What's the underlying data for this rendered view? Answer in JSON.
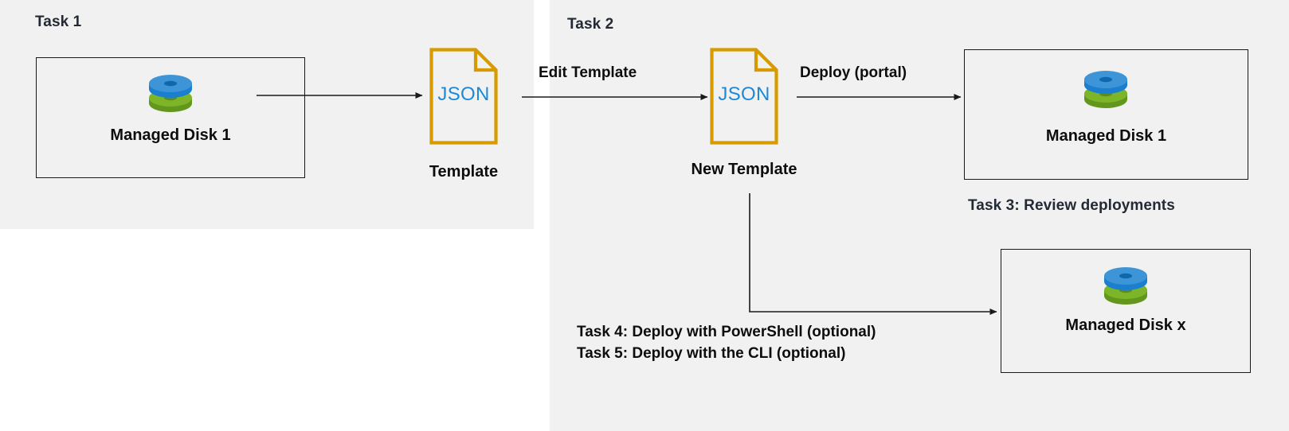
{
  "diagram": {
    "title_sections": {
      "task1": "Task 1",
      "task2": "Task 2",
      "task3": "Task 3: Review deployments"
    },
    "panels": {
      "task1_bg": "#f1f1f1",
      "task2_bg": "#f1f1f1",
      "page_bg": "#ffffff"
    },
    "colors": {
      "heading_text": "#242a35",
      "body_text": "#0d0d0d",
      "json_accent": "#1a8ad6",
      "doc_border": "#d79b00",
      "box_border": "#1a1a1a",
      "disk_blue": "#3d95d8",
      "disk_blue_dark": "#1b7fd0",
      "disk_green": "#7cb528",
      "disk_green_dark": "#63961c",
      "arrow": "#1a1a1a"
    },
    "nodes": {
      "disk1_left": {
        "label": "Managed Disk 1",
        "icon": "managed-disk-icon"
      },
      "template_doc": {
        "body_text": "JSON",
        "caption": "Template",
        "icon": "json-document-icon"
      },
      "new_template_doc": {
        "body_text": "JSON",
        "caption": "New Template",
        "icon": "json-document-icon"
      },
      "disk1_right": {
        "label": "Managed Disk 1",
        "icon": "managed-disk-icon"
      },
      "diskx_right": {
        "label": "Managed Disk x",
        "icon": "managed-disk-icon"
      }
    },
    "edges": {
      "export_arrow": "",
      "edit_template": "Edit Template",
      "deploy_portal": "Deploy (portal)",
      "optional_deploy": ""
    },
    "optional_tasks": [
      "Task 4: Deploy with PowerShell (optional)",
      "Task 5: Deploy with the CLI (optional)"
    ]
  }
}
